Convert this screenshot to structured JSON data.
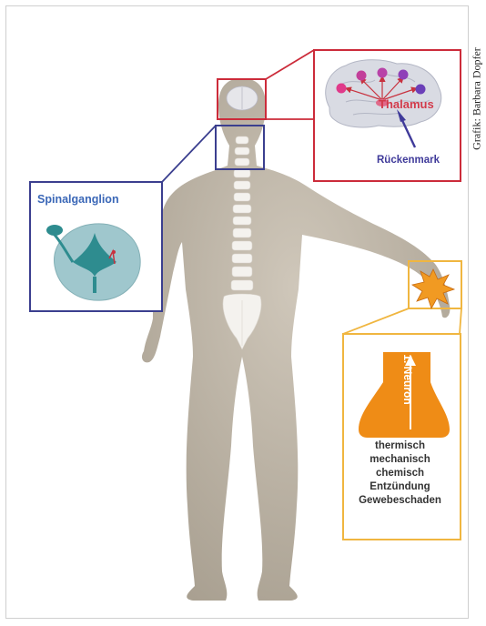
{
  "credit": "Grafik: Barbara Dopfer",
  "labels": {
    "spinalganglion": "Spinalganglion",
    "thalamus": "Thalamus",
    "rueckenmark": "Rückenmark",
    "neuron": "1. Neuron"
  },
  "stimuli": [
    "thermisch",
    "mechanisch",
    "chemisch",
    "Entzündung",
    "Gewebeschaden"
  ],
  "colors": {
    "body": "#b9b0a2",
    "thalamus_box": "#cc2b3a",
    "spinal_box": "#3b3f8f",
    "stimulus_box": "#f0b640",
    "neuron_flask": "#ef8c16",
    "thalamus_text": "#d23a4a",
    "rueckenmark_text": "#3f3a9a",
    "spinal_text": "#3a67b7"
  },
  "icons": [
    "brain-icon",
    "spinal-cord-section-icon",
    "pain-star-icon",
    "neuron-flask-icon",
    "arrow-icon"
  ]
}
